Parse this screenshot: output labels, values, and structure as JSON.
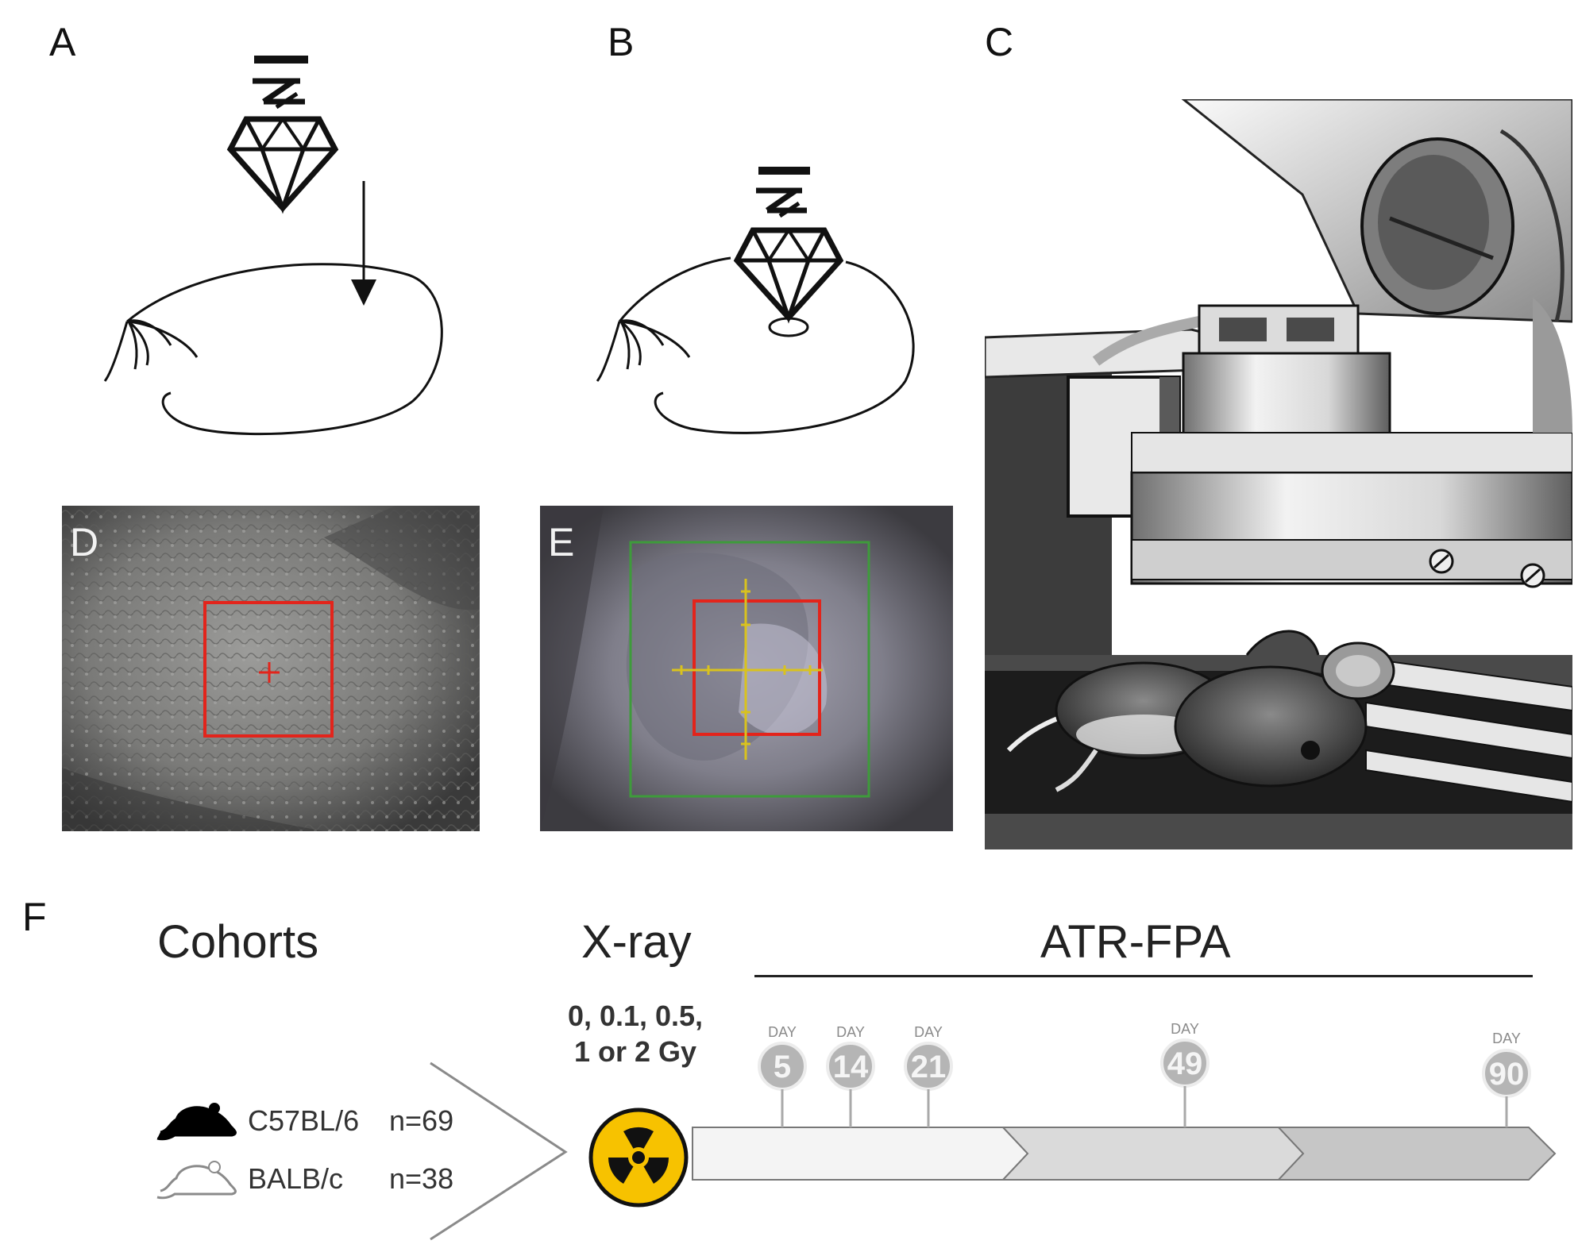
{
  "panels": {
    "a": "A",
    "b": "B",
    "c": "C",
    "d": "D",
    "e": "E",
    "f": "F"
  },
  "timeline": {
    "cohorts_title": "Cohorts",
    "xray_title": "X-ray",
    "dose_line1": "0, 0.1, 0.5,",
    "dose_line2": "1 or 2 Gy",
    "atr_title": "ATR-FPA",
    "day_label": "DAY",
    "days": [
      "5",
      "14",
      "21",
      "49",
      "90"
    ],
    "strains": [
      {
        "name": "C57BL/6",
        "n": "n=69",
        "color": "#000000"
      },
      {
        "name": "BALB/c",
        "n": "n=38",
        "color": "#ffffff"
      }
    ]
  },
  "colors": {
    "radiation_fill": "#f7c200",
    "marker_gray": "#b5b5b5",
    "roi_red": "#e3241b",
    "field_green": "#3e9b3b",
    "crosshair_yellow": "#d9c21e"
  },
  "icons": {
    "crystal": "diamond-crystal-icon",
    "radiation": "radiation-icon",
    "mouse": "mouse-icon"
  }
}
